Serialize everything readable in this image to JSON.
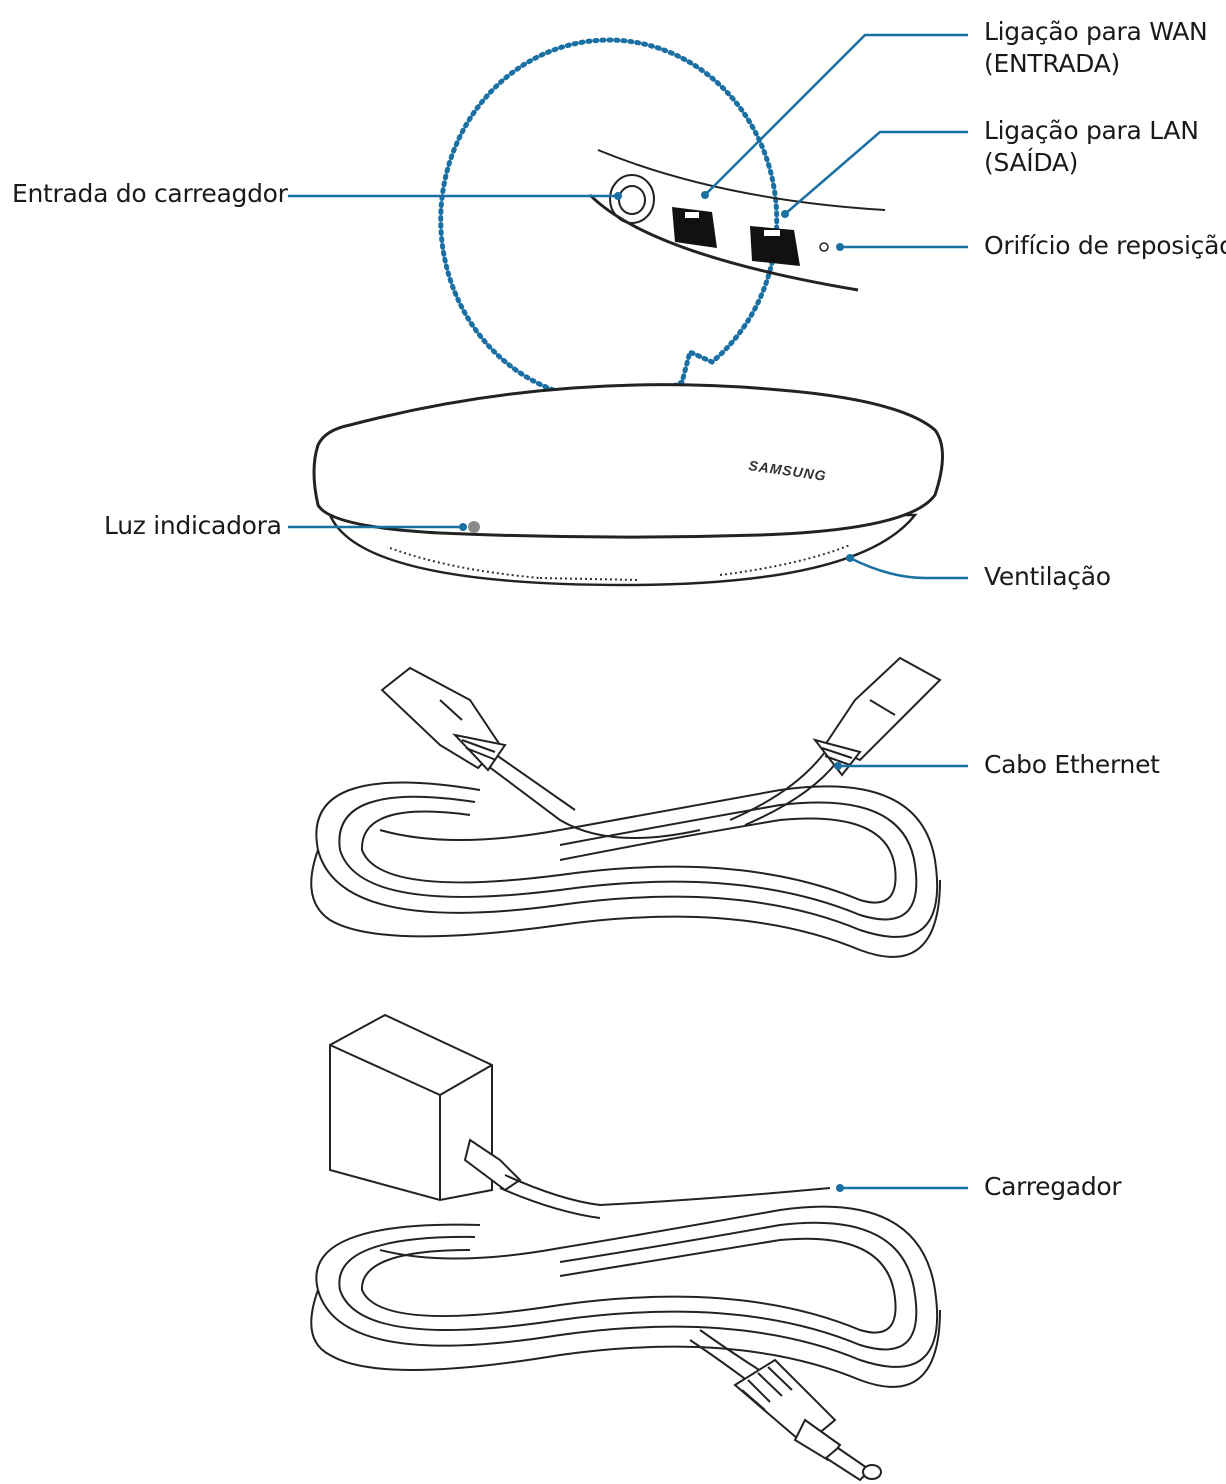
{
  "colors": {
    "leader": "#1a6fa3",
    "outline": "#222222",
    "port": "#111111",
    "led": "#8a8a8a"
  },
  "labels": {
    "wan_line1": "Ligação para WAN",
    "wan_line2": "(ENTRADA)",
    "lan_line1": "Ligação para LAN",
    "lan_line2": "(SAÍDA)",
    "charger_port": "Entrada do carreagdor",
    "reset": "Orifício de reposição",
    "indicator": "Luz indicadora",
    "vent": "Ventilação",
    "ethernet": "Cabo Ethernet",
    "charger": "Carregador"
  },
  "logo_text": "SAMSUNG"
}
